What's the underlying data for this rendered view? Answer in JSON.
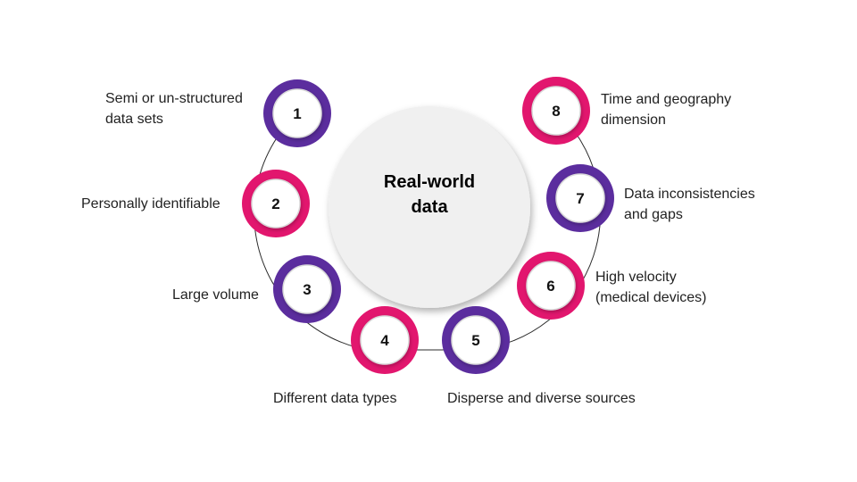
{
  "center": {
    "line1": "Real-world",
    "line2": "data"
  },
  "colors": {
    "purple": "#5b2d9e",
    "pink": "#e2166e",
    "connector": "#2b2b2b"
  },
  "items": [
    {
      "num": "1",
      "color": "purple",
      "line1": "Semi or un-structured",
      "line2": "data sets"
    },
    {
      "num": "2",
      "color": "pink",
      "line1": "Personally identifiable",
      "line2": ""
    },
    {
      "num": "3",
      "color": "purple",
      "line1": "Large volume",
      "line2": ""
    },
    {
      "num": "4",
      "color": "pink",
      "line1": "Different data types",
      "line2": ""
    },
    {
      "num": "5",
      "color": "purple",
      "line1": "Disperse and diverse sources",
      "line2": ""
    },
    {
      "num": "6",
      "color": "pink",
      "line1": "High velocity",
      "line2": "(medical devices)"
    },
    {
      "num": "7",
      "color": "purple",
      "line1": "Data inconsistencies",
      "line2": "and gaps"
    },
    {
      "num": "8",
      "color": "pink",
      "line1": "Time and geography",
      "line2": "dimension"
    }
  ]
}
